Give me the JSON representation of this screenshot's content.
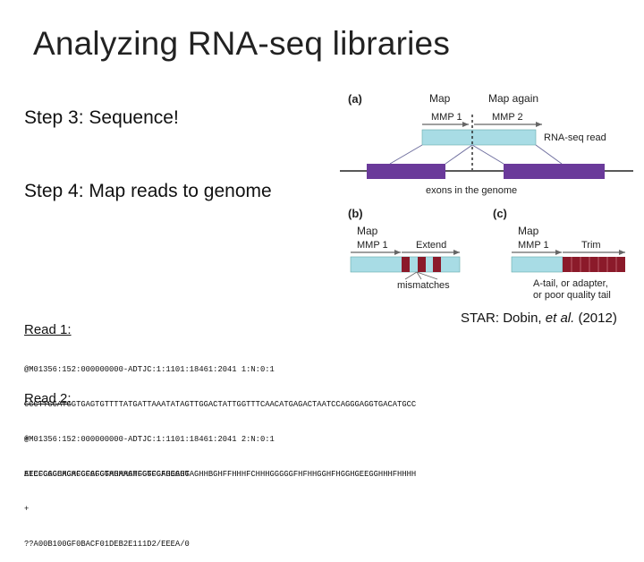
{
  "slide": {
    "title": "Analyzing RNA-seq libraries",
    "step3": "Step 3: Sequence!",
    "step4": "Step 4: Map reads to genome",
    "citation_pre": "STAR: Dobin, ",
    "citation_em": "et al.",
    "citation_post": " (2012)"
  },
  "figure": {
    "panel_a": {
      "label": "(a)",
      "map": "Map",
      "map_again": "Map again",
      "mmp1": "MMP 1",
      "mmp2": "MMP 2",
      "read_label": "RNA-seq read",
      "exons_label": "exons in the genome"
    },
    "panel_b": {
      "label": "(b)",
      "map": "Map",
      "mmp1": "MMP 1",
      "extend": "Extend",
      "mismatches": "mismatches"
    },
    "panel_c": {
      "label": "(c)",
      "map": "Map",
      "mmp1": "MMP 1",
      "trim": "Trim",
      "note_line1": "A-tail, or adapter,",
      "note_line2": "or poor quality tail"
    },
    "colors": {
      "read": "#a8dce5",
      "exon": "#6a3a9a",
      "mismatch": "#8b1a2a",
      "line": "#6e6e9e",
      "arrow": "#666666"
    }
  },
  "reads": {
    "read1_label": "Read 1:",
    "read1_lines": [
      "@M01356:152:000000000-ADTJC:1:1101:18461:2041 1:N:0:1",
      "CCCTTGCATGGTGAGTGTTTTATGATTAAATATAGTTGGACTATTGGTTTCAACATGAGACTAATCCAGGGAGGTGACATGCC",
      "+",
      "EEEFGGGHHGHFGFGFGGHHHHGHFGGFGFHEGHGAGHHBGHFFHHHFCHHHGGGGGFHFHHGGHFHGGHGEEGGHHHFHHHH"
    ],
    "read2_label": "Read 2:",
    "read2_lines": [
      "@M01356:152:000000000-ADTJC:1:1101:18461:2041 2:N:0:1",
      "ATCCCAGCACACCCAGGTAGAAATGGTCGAGGAGT",
      "+",
      "??A00B100GF0BACF01DEB2E111D2/EEEA/0"
    ]
  }
}
